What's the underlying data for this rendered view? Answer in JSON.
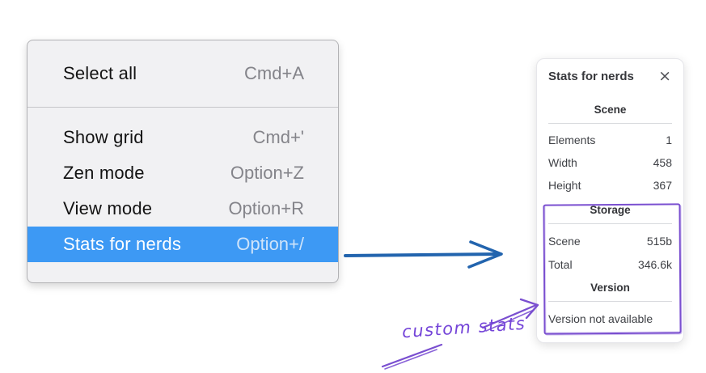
{
  "menu": {
    "select_all": {
      "label": "Select all",
      "shortcut": "Cmd+A"
    },
    "show_grid": {
      "label": "Show grid",
      "shortcut": "Cmd+'"
    },
    "zen_mode": {
      "label": "Zen mode",
      "shortcut": "Option+Z"
    },
    "view_mode": {
      "label": "View mode",
      "shortcut": "Option+R"
    },
    "stats_for_nerds": {
      "label": "Stats for nerds",
      "shortcut": "Option+/"
    }
  },
  "stats_panel": {
    "title": "Stats for nerds",
    "close_icon": "×",
    "scene": {
      "heading": "Scene",
      "rows": [
        {
          "label": "Elements",
          "value": "1"
        },
        {
          "label": "Width",
          "value": "458"
        },
        {
          "label": "Height",
          "value": "367"
        }
      ]
    },
    "storage": {
      "heading": "Storage",
      "rows": [
        {
          "label": "Scene",
          "value": "515b"
        },
        {
          "label": "Total",
          "value": "346.6k"
        }
      ]
    },
    "version": {
      "heading": "Version",
      "note": "Version not available"
    }
  },
  "annotation": {
    "label": "custom stats"
  },
  "colors": {
    "menu_highlight": "#3d99f4",
    "arrow_blue": "#2264ae",
    "annotation_purple": "#7a4fd0"
  }
}
